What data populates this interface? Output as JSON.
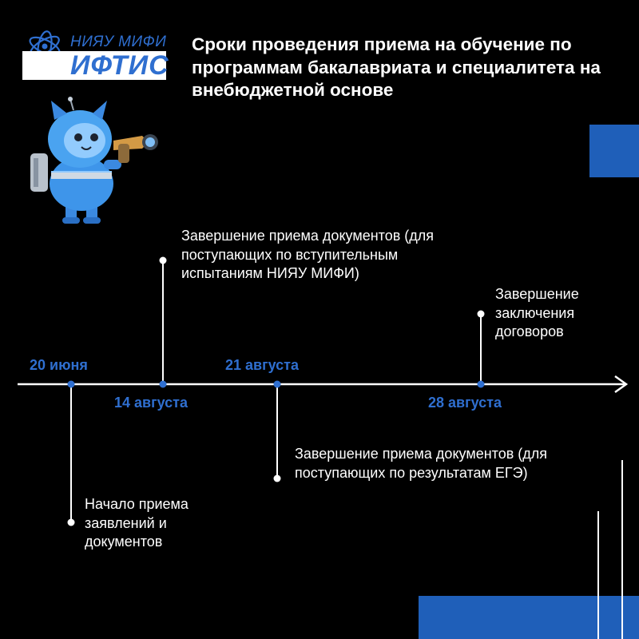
{
  "logo": {
    "top_text": "НИЯУ МИФИ",
    "main_text": "ИФТИС",
    "accent_color": "#2f6fd0"
  },
  "title": "Сроки проведения приема на обучение по программам бакалавриата и специалитета на внебюджетной основе",
  "colors": {
    "background": "#000000",
    "accent": "#2f6fd0",
    "block": "#1f5fb9",
    "text": "#ffffff"
  },
  "timeline": {
    "dates": {
      "d1": "20 июня",
      "d2": "14 августа",
      "d3": "21 августа",
      "d4": "28 августа"
    },
    "events": {
      "e1": "Начало приема заявлений и документов",
      "e2": "Завершение приема документов (для поступающих по вступительным испытаниям НИЯУ МИФИ)",
      "e3": "Завершение приема документов (для поступающих по результатам ЕГЭ)",
      "e4": "Завершение заключения договоров"
    }
  },
  "icons": {
    "mascot": "robot-cat-mascot-icon",
    "logo": "atom-icon"
  }
}
